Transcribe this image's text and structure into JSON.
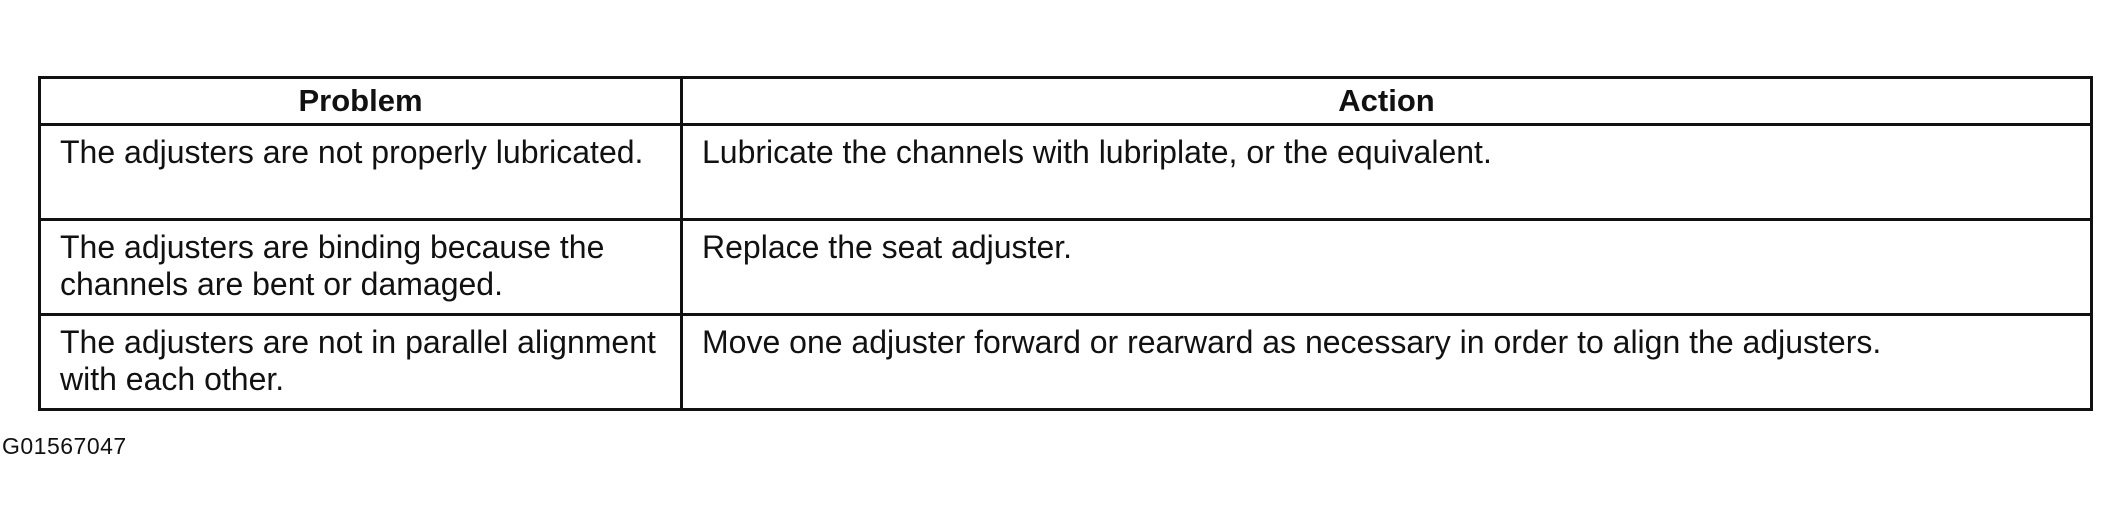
{
  "table": {
    "headers": [
      "Problem",
      "Action"
    ],
    "rows": [
      {
        "problem": "The adjusters are not properly lubricated.",
        "action": "Lubricate the channels with lubriplate, or the equivalent."
      },
      {
        "problem": "The adjusters are binding because the channels are bent or damaged.",
        "action": "Replace the seat adjuster."
      },
      {
        "problem": "The adjusters are not in parallel alignment with each other.",
        "action": "Move one adjuster forward or rearward as necessary in order to align the adjusters."
      }
    ]
  },
  "figure_code": "G01567047"
}
